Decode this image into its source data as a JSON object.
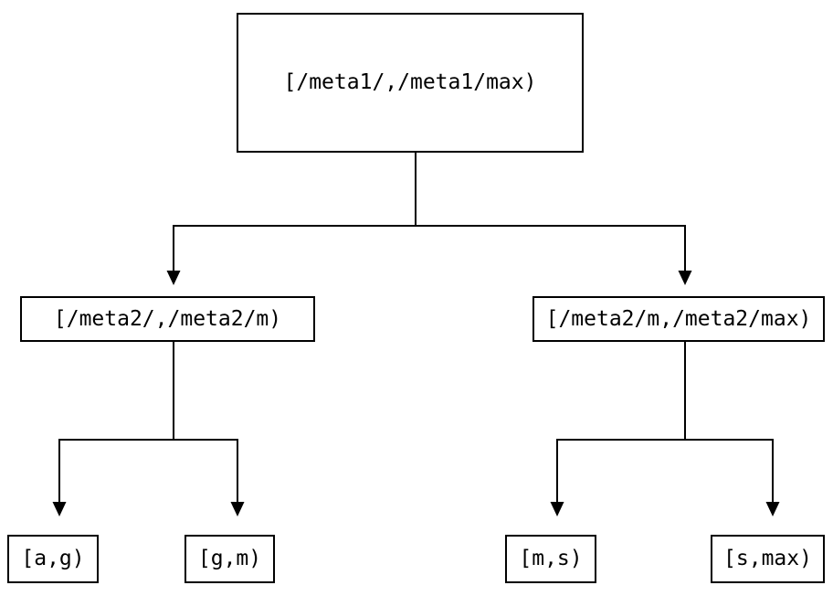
{
  "colors": {
    "line": "#000000",
    "text": "#000000",
    "box_border": "#000000",
    "background": "#ffffff"
  },
  "tree": {
    "root": {
      "label": "[/meta1/,/meta1/max)",
      "children": [
        {
          "label": "[/meta2/,/meta2/m)",
          "children": [
            {
              "label": "[a,g)"
            },
            {
              "label": "[g,m)"
            }
          ]
        },
        {
          "label": "[/meta2/m,/meta2/max)",
          "children": [
            {
              "label": "[m,s)"
            },
            {
              "label": "[s,max)"
            }
          ]
        }
      ]
    }
  }
}
